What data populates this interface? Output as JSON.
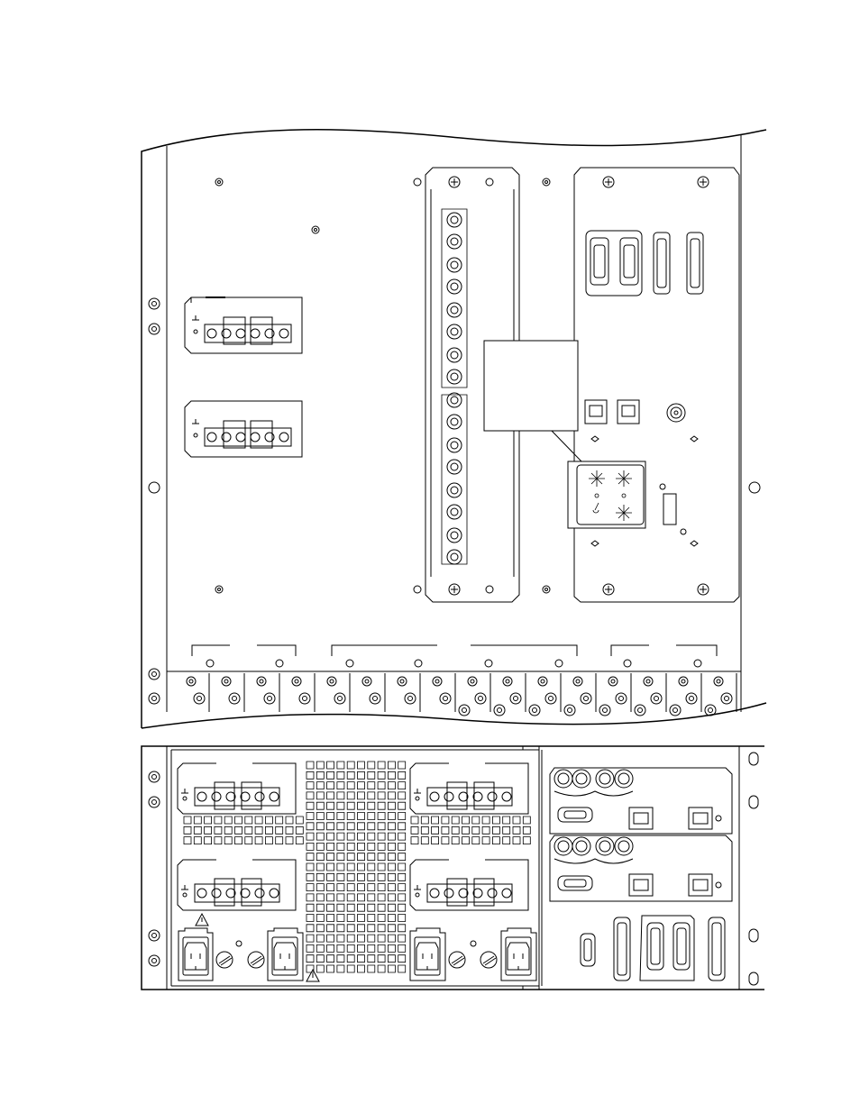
{
  "figure": {
    "kind": "rear-panel line drawing",
    "ink": "#000000",
    "paper": "#ffffff",
    "views": [
      {
        "name": "expanded-view",
        "power_terminal_blocks": 2,
        "bnc_column_connectors": 16,
        "bottom_bnc_modules": 16,
        "dsub_connectors": 4,
        "rj_jacks": 2,
        "led_indicators": 4
      },
      {
        "name": "full-rear-panel",
        "terminal_blocks": 4,
        "iec_power_inlets": 4,
        "fuse_holders": 4,
        "bnc_pairs": 4,
        "rj45_jacks": 4,
        "serial_ports": 2,
        "dsub_connectors": 4,
        "warning_symbols": 2
      }
    ],
    "icons": [
      "ground-symbol-icon",
      "warning-triangle-icon",
      "fuse-icon",
      "bnc-connector-icon"
    ]
  }
}
